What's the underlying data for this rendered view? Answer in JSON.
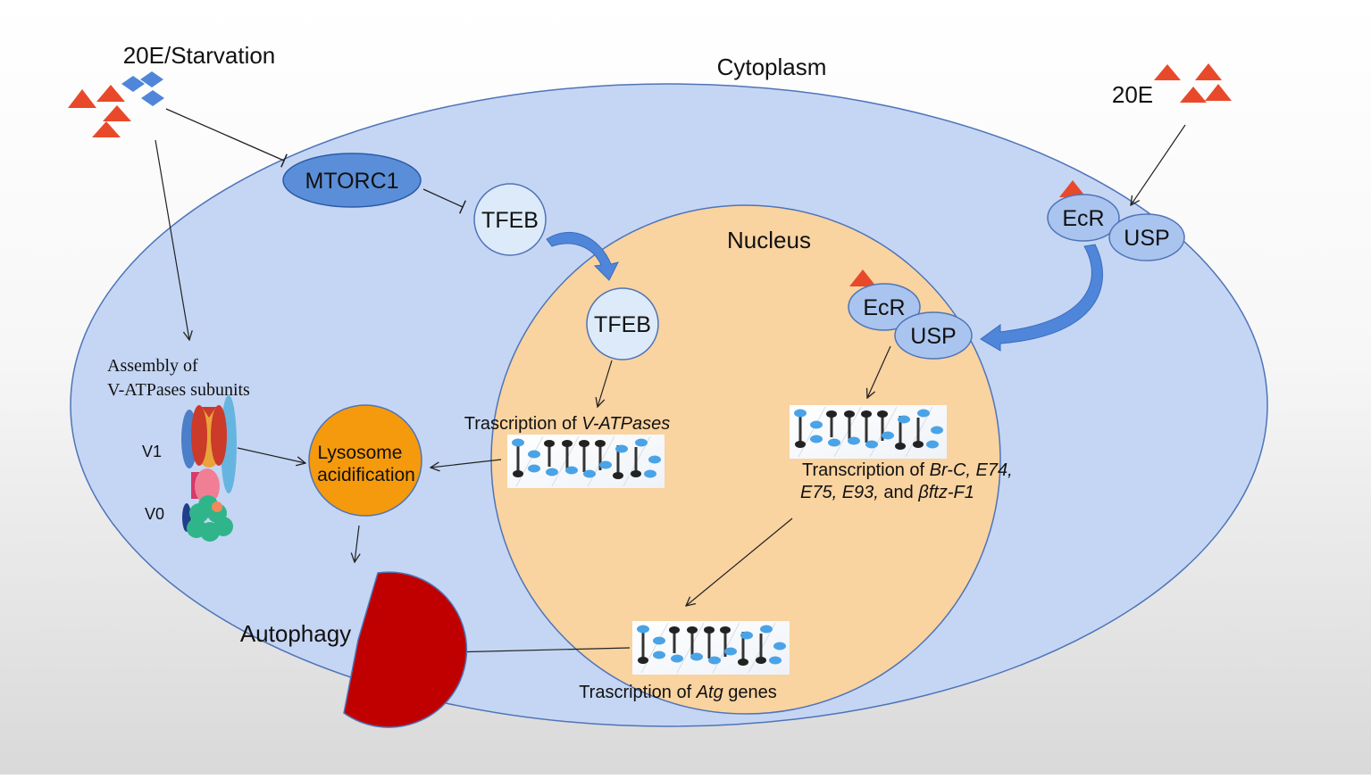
{
  "labels": {
    "stimulus_left": "20E/Starvation",
    "stimulus_right": "20E",
    "cytoplasm": "Cytoplasm",
    "nucleus": "Nucleus",
    "mtorc1": "MTORC1",
    "tfeb_cyto": "TFEB",
    "tfeb_nuc": "TFEB",
    "ecr_cyto": "EcR",
    "usp_cyto": "USP",
    "ecr_nuc": "EcR",
    "usp_nuc": "USP",
    "assembly_line1": "Assembly of",
    "assembly_line2": "V-ATPases subunits",
    "v1": "V1",
    "v0": "V0",
    "lysosome_line1": "Lysosome",
    "lysosome_line2": "acidification",
    "autophagy": "Autophagy",
    "vatpase_tx_prefix": "Trascription of ",
    "vatpase_tx_gene": "V-ATPases",
    "ecr_tx_prefix": "Transcription of ",
    "ecr_tx_genes1": "Br-C, E74,",
    "ecr_tx_genes2a": "E75, E93,",
    "ecr_tx_and": " and ",
    "ecr_tx_genes2b": "βftz-F1",
    "atg_tx_prefix": "Trascription of ",
    "atg_tx_gene": "Atg",
    "atg_tx_suffix": " genes"
  },
  "colors": {
    "cytoplasm_fill": "#c5d6f4",
    "cytoplasm_stroke": "#4e74b8",
    "nucleus_fill": "#f9d3a0",
    "mtorc1_fill": "#5b8ed8",
    "receptor_fill": "#a9c4ee",
    "tfeb_fill": "#ddeaf9",
    "lysosome_fill": "#f59a0c",
    "autophagy_fill": "#c00000",
    "hormone_red": "#e8492a",
    "hormone_blue": "#4f86d9"
  },
  "icons": [
    "triangle-hormone-icon",
    "diamond-signal-icon",
    "dna-strand-icon",
    "v-atpase-complex-icon",
    "pacman-autophagy-icon"
  ]
}
